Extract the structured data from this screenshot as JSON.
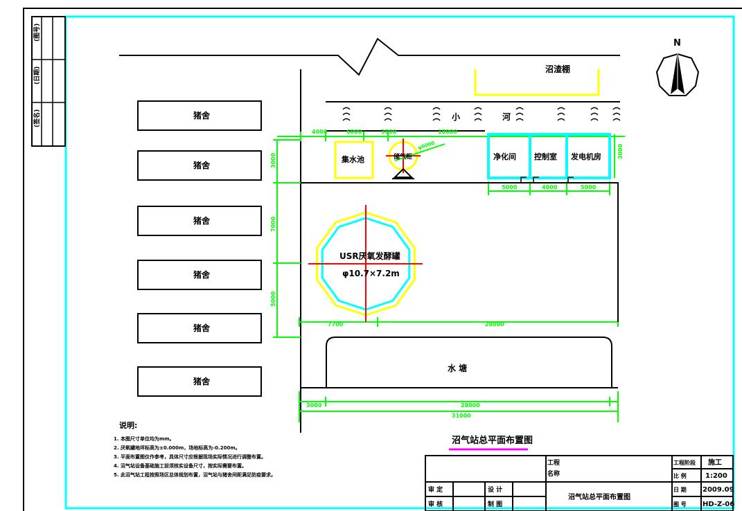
{
  "drawing": {
    "title": "沼气站总平面布置图",
    "north": "N",
    "road_label": "沼渣棚",
    "river_left": "小",
    "river_right": "河",
    "pond_label": "水  塘",
    "digester_name": "USR厌氧发酵罐",
    "digester_size": "φ10.7×7.2m",
    "gas_holder": "储气柜",
    "gas_pipe": "φ6000",
    "collect_pool": "集水池",
    "rooms": [
      "净化间",
      "控制室",
      "发电机房"
    ],
    "barn_label": "猪舍",
    "barn_count": 6,
    "side_labels": [
      "(图号)",
      "(日期)",
      "(签名)"
    ]
  },
  "dims": {
    "top": [
      "4000",
      "6000",
      "3000",
      "18000"
    ],
    "room_widths": [
      "5000",
      "4000",
      "5000"
    ],
    "room_height": "3000",
    "left_vertical": [
      "3000",
      "7000",
      "5000"
    ],
    "mid": [
      "7700",
      "28000"
    ],
    "bottom_inner": [
      "3000",
      "28000"
    ],
    "bottom_total": "31000"
  },
  "notes": {
    "heading": "说明:",
    "lines": [
      "1. 本图尺寸单位均为mm。",
      "2. 厌氧罐地坪标高为±0.000m，场地标高为-0.200m。",
      "3. 平面布置图仅作参考，具体尺寸应根据现场实际情况进行调整布置。",
      "4. 沼气站设备基础施工前须核实设备尺寸，按实际需要布置。",
      "5. 此沼气站工程按照场区总体规划布置，沼气站与猪舍间距满足防疫要求。"
    ]
  },
  "title_block": {
    "project_label": "工程",
    "project_sub": "名称",
    "drawing_name": "沼气站总平面布置图",
    "row_labels": [
      "审  定",
      "审  核"
    ],
    "mid_labels": [
      "设  计",
      "制  图"
    ],
    "stage_label": "工程阶段",
    "stage_value": "施工",
    "scale_label": "比  例",
    "scale_value": "1:200",
    "date_label": "日  期",
    "date_value": "2009.09",
    "number_label": "图  号",
    "number_value": "HD-Z-06"
  }
}
